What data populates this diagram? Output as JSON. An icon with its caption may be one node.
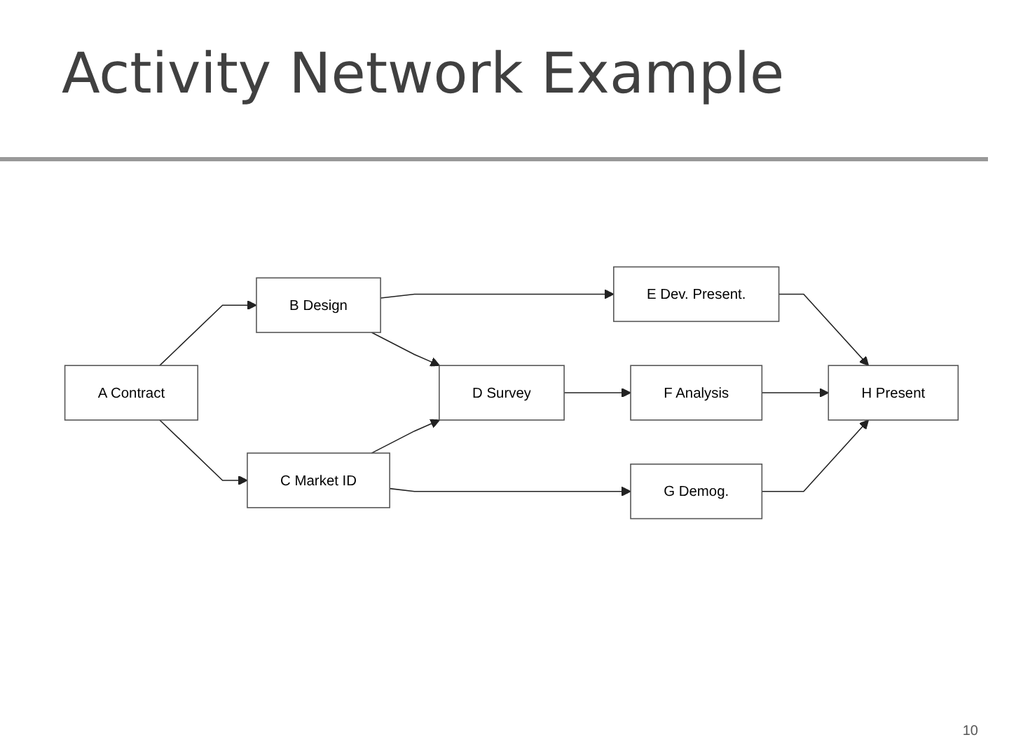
{
  "diagram": {
    "title": "Activity Network Example",
    "nodes": [
      {
        "text": [
          "A Contract"
        ]
      },
      {
        "text": [
          "B Design"
        ]
      },
      {
        "text": [
          "C Market ID"
        ]
      },
      {
        "text": [
          "D Survey"
        ]
      },
      {
        "text": [
          "E Dev. Present."
        ]
      },
      {
        "text": [
          "F Analysis"
        ]
      },
      {
        "text": [
          "G Demog."
        ]
      },
      {
        "text": [
          "H Present"
        ]
      }
    ],
    "edges": [
      {
        "from": 0,
        "to": 1,
        "arrow": "to"
      },
      {
        "from": 0,
        "to": 2,
        "arrow": "to"
      },
      {
        "from": 1,
        "to": 4,
        "arrow": "to"
      },
      {
        "from": 1,
        "to": 3,
        "arrow": "to"
      },
      {
        "from": 2,
        "to": 3,
        "arrow": "to"
      },
      {
        "from": 2,
        "to": 6,
        "arrow": "to"
      },
      {
        "from": 3,
        "to": 5,
        "arrow": "to"
      },
      {
        "from": 4,
        "to": 7,
        "arrow": "to"
      },
      {
        "from": 5,
        "to": 7,
        "arrow": "to"
      },
      {
        "from": 6,
        "to": 7,
        "arrow": "to"
      }
    ],
    "labels": [
      "10"
    ]
  }
}
